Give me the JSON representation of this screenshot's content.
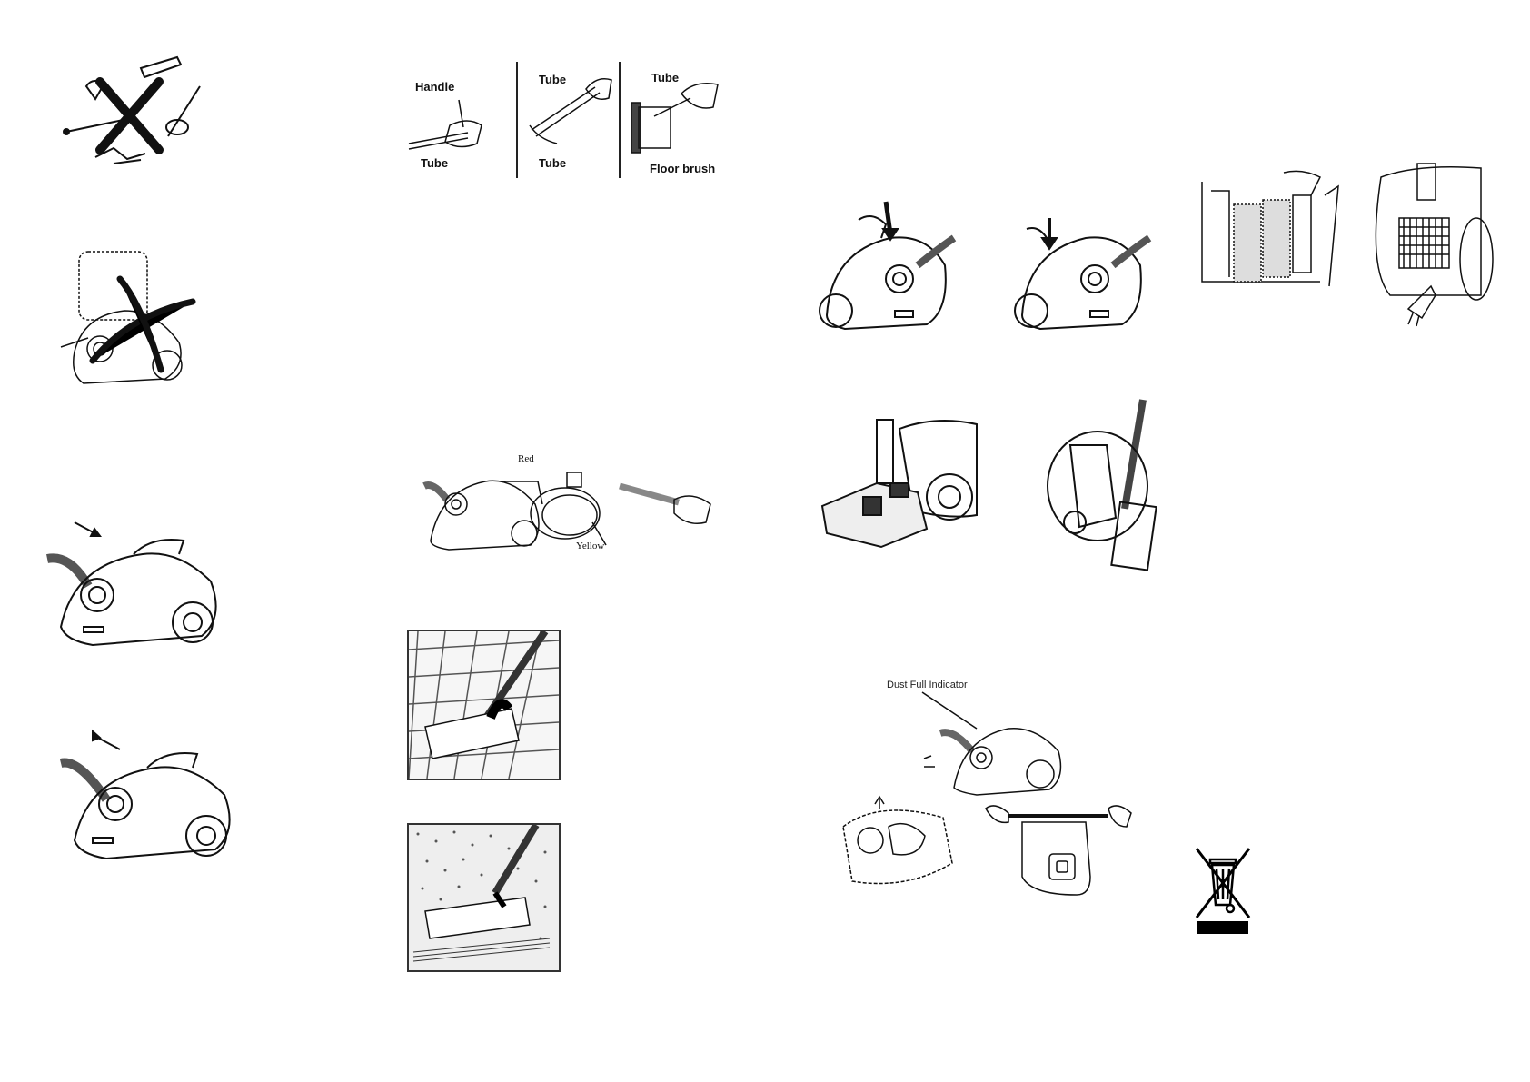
{
  "assembly": {
    "handle_label": "Handle",
    "tube_label_a": "Tube",
    "tube_label_b": "Tube",
    "tube_label_c": "Tube",
    "tube_label_d": "Tube",
    "floor_brush_label": "Floor brush"
  },
  "cord": {
    "red_label": "Red",
    "yellow_label": "Yellow"
  },
  "dust": {
    "indicator_label": "Dust Full Indicator"
  },
  "icons": {
    "sharp_objects": "no-sharp-objects-icon",
    "weee": "crossed-out-bin-icon"
  }
}
